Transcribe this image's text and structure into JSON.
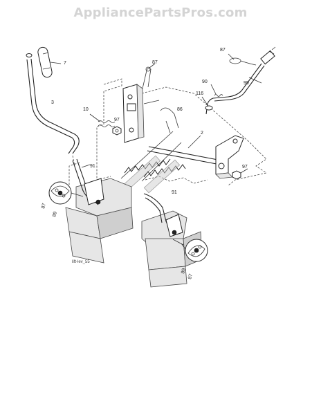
{
  "watermark": "AppliancePartsPros.com",
  "drawing_code": "lift-lev_55",
  "callouts": {
    "c7": "7",
    "c3": "3",
    "c10": "10",
    "c97a": "97",
    "c87top": "87",
    "c86": "86",
    "c2": "2",
    "c87right": "87",
    "c90": "90",
    "c99": "99",
    "c116": "116",
    "c97b": "97",
    "c91a": "91",
    "c87left": "87",
    "c89left": "89",
    "c91b": "91",
    "c89right": "89",
    "c87bottom": "87"
  }
}
